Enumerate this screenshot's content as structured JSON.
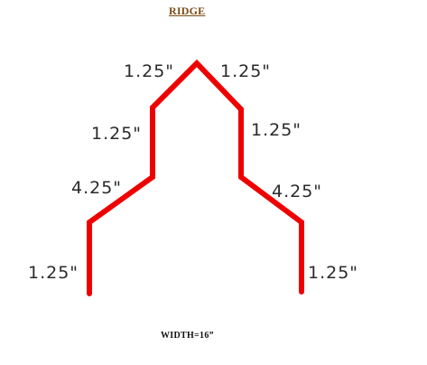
{
  "title": "RIDGE",
  "segments": {
    "left_peak": "1.25\"",
    "right_peak": "1.25\"",
    "left_upper_vertical": "1.25\"",
    "right_upper_vertical": "1.25\"",
    "left_slope": "4.25\"",
    "right_slope": "4.25\"",
    "left_lower_vertical": "1.25\"",
    "right_lower_vertical": "1.25\""
  },
  "width_label": "WIDTH=16”",
  "colors": {
    "profile_line": "#ee0000",
    "title": "#7a4a12",
    "label_text": "#2a2a2a"
  }
}
